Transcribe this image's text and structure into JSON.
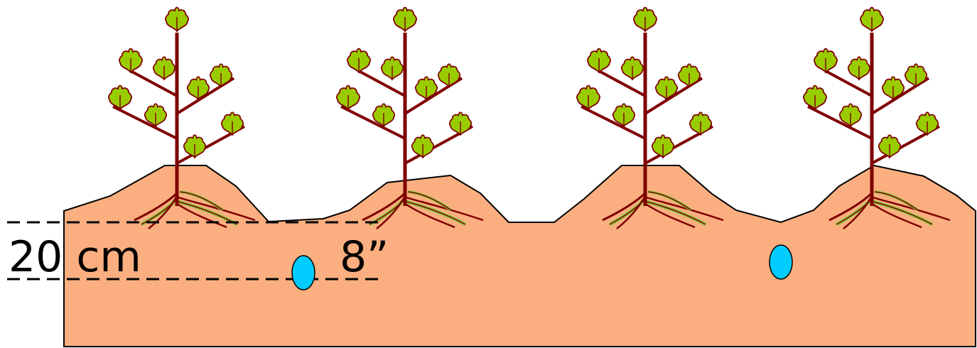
{
  "labels": {
    "depth_cm": "20 cm",
    "depth_in": "8”"
  },
  "plants": [
    "plant-1",
    "plant-2",
    "plant-3",
    "plant-4"
  ],
  "emitters": [
    "drip-emitter-1",
    "drip-emitter-2"
  ],
  "colors": {
    "soil": "#FBAF80",
    "soil_outline": "#000000",
    "stem": "#7F0000",
    "leaf": "#99CC00",
    "root_green": "#8CC63F",
    "emitter": "#00CCFF",
    "dashed_line": "#000000"
  }
}
